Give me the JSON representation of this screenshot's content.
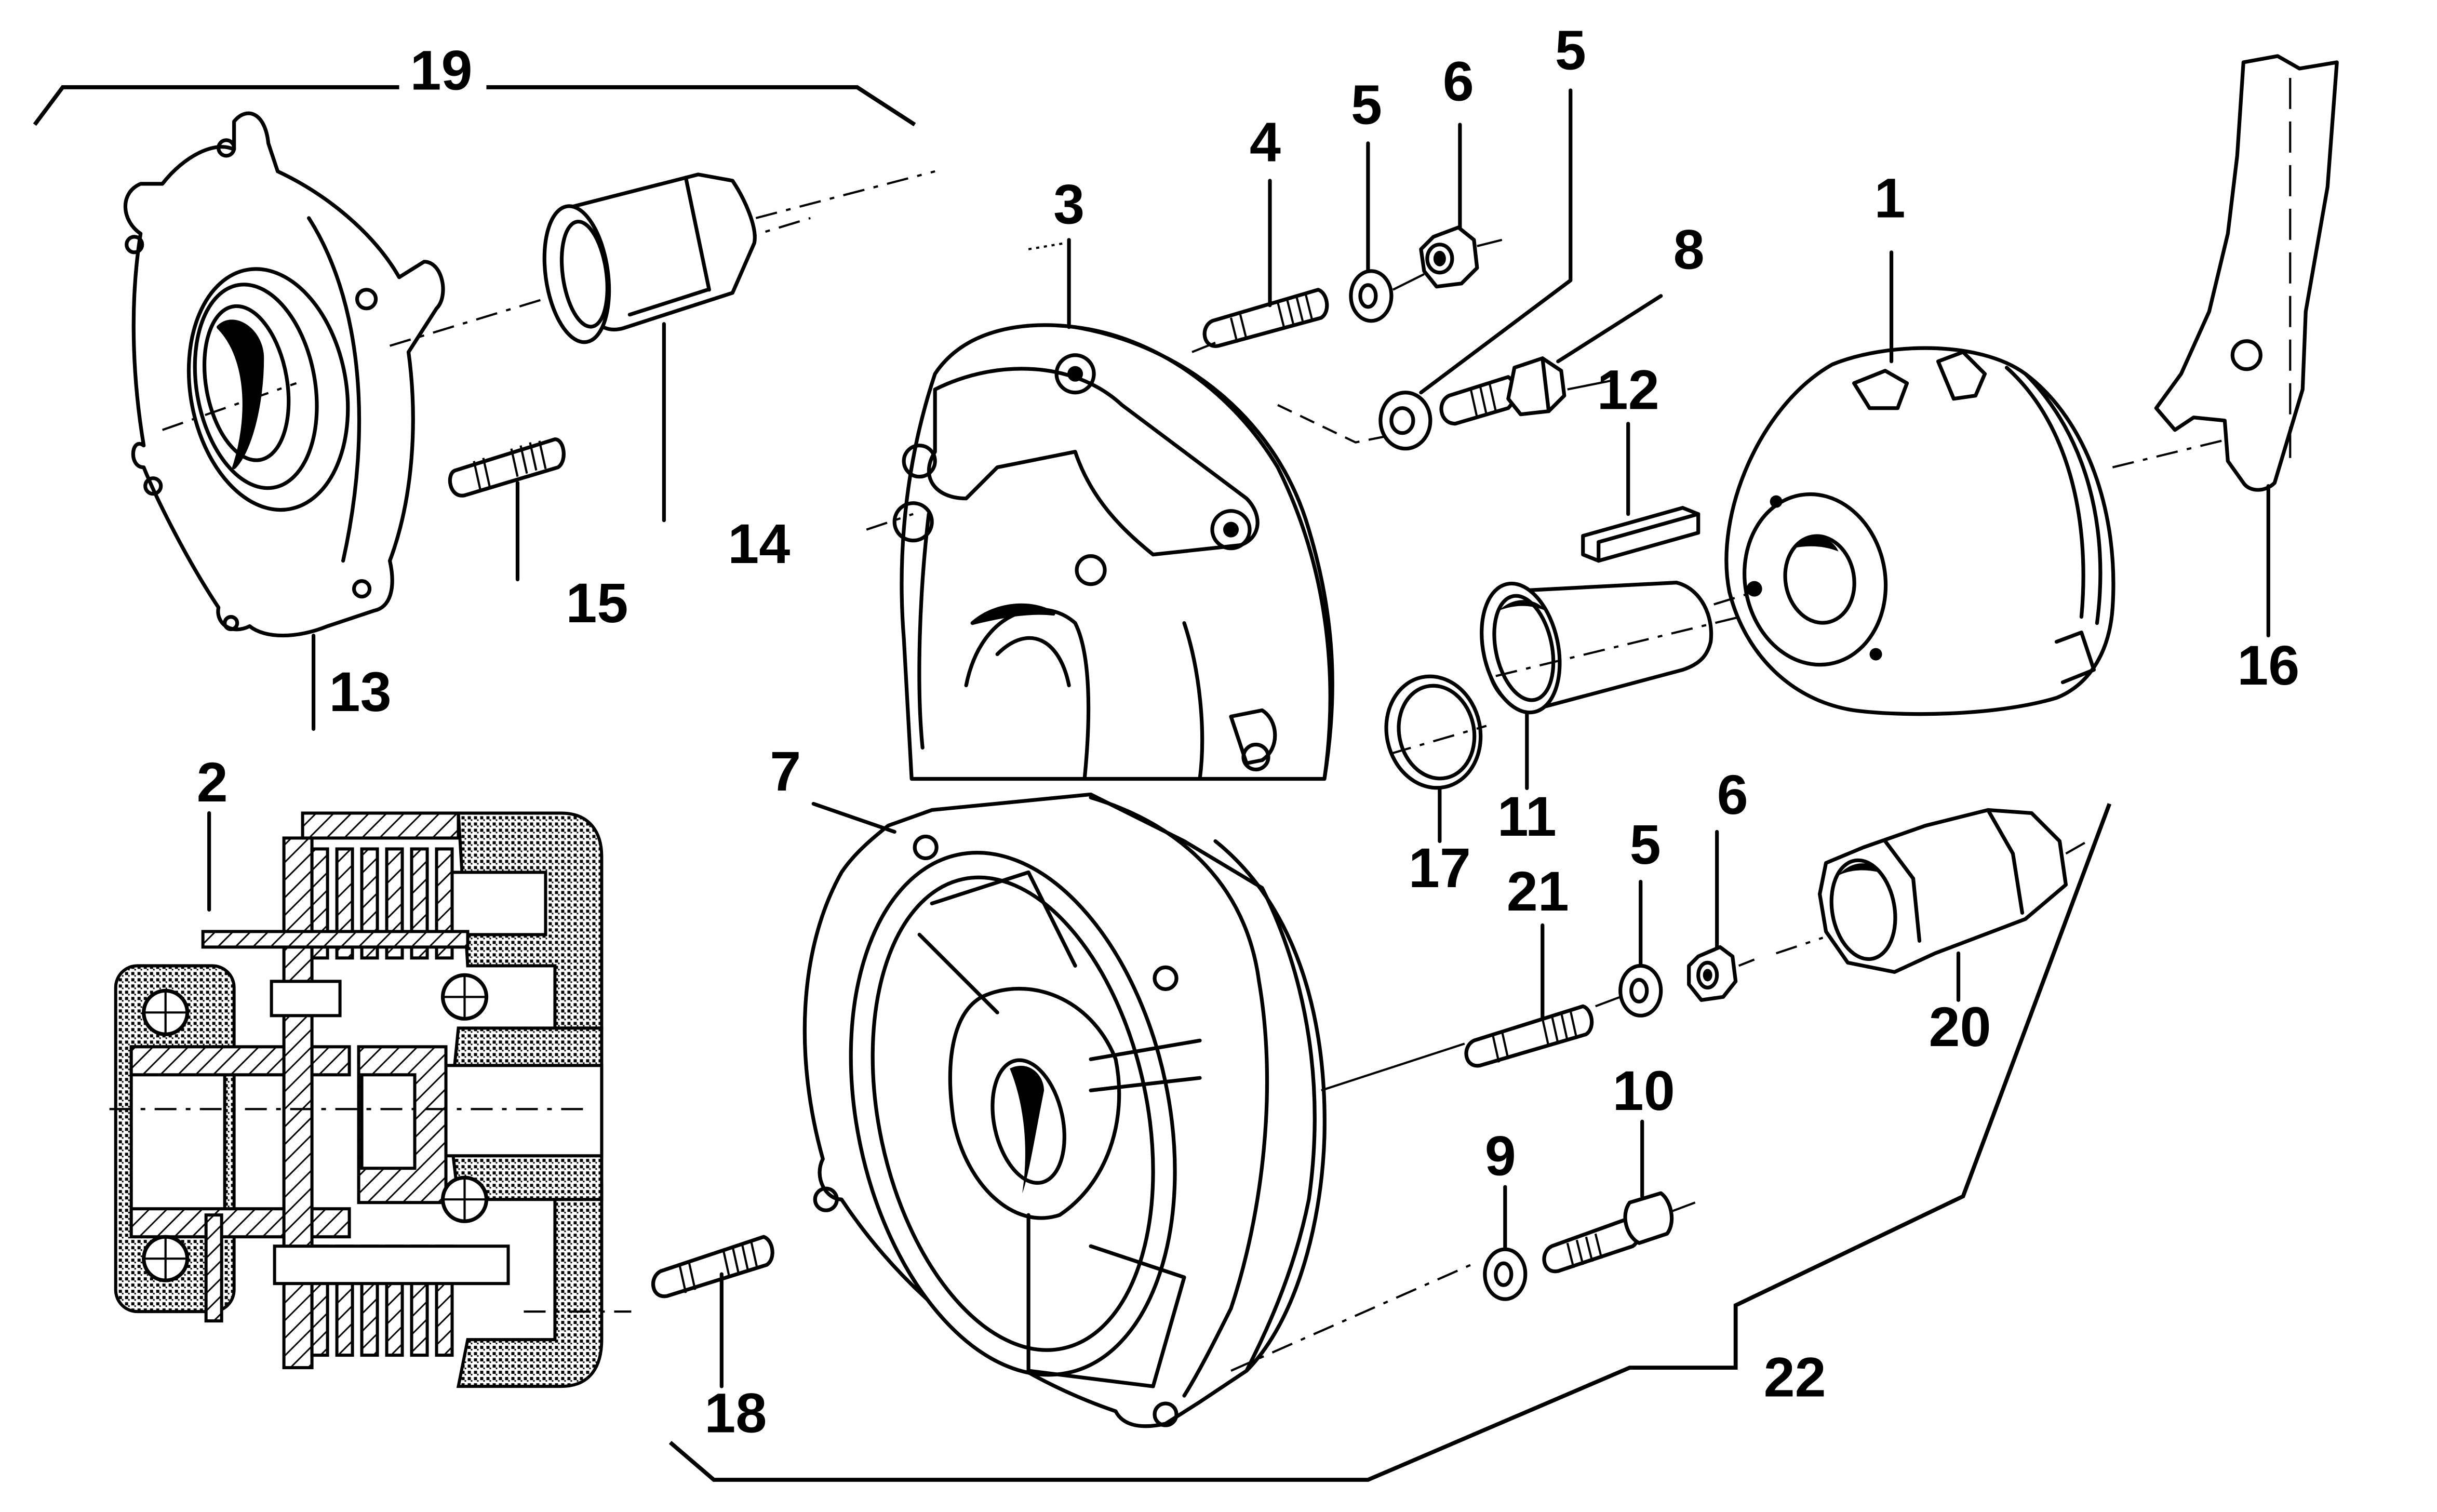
{
  "diagram": {
    "type": "exploded parts diagram",
    "style": "black line art on white",
    "colors": {
      "line": "#000000",
      "background": "#ffffff"
    },
    "group_labels": {
      "upper_group": "19",
      "lower_group": "22"
    },
    "callouts": [
      {
        "id": "c1",
        "label": "1",
        "part": "clutch drum"
      },
      {
        "id": "c2",
        "label": "2",
        "part": "clutch assembly (section view)"
      },
      {
        "id": "c3",
        "label": "3",
        "part": "housing cover"
      },
      {
        "id": "c4",
        "label": "4",
        "part": "stud"
      },
      {
        "id": "c5a",
        "label": "5",
        "part": "washer"
      },
      {
        "id": "c6a",
        "label": "6",
        "part": "nut"
      },
      {
        "id": "c5b",
        "label": "5",
        "part": "washer"
      },
      {
        "id": "c8",
        "label": "8",
        "part": "bolt"
      },
      {
        "id": "c12",
        "label": "12",
        "part": "key"
      },
      {
        "id": "c16",
        "label": "16",
        "part": "lever"
      },
      {
        "id": "c13",
        "label": "13",
        "part": "flange cover"
      },
      {
        "id": "c14",
        "label": "14",
        "part": "sleeve"
      },
      {
        "id": "c15",
        "label": "15",
        "part": "stud"
      },
      {
        "id": "c7",
        "label": "7",
        "part": "bell housing"
      },
      {
        "id": "c17",
        "label": "17",
        "part": "ring"
      },
      {
        "id": "c11",
        "label": "11",
        "part": "bushing"
      },
      {
        "id": "c21",
        "label": "21",
        "part": "stud"
      },
      {
        "id": "c5c",
        "label": "5",
        "part": "washer"
      },
      {
        "id": "c6b",
        "label": "6",
        "part": "nut"
      },
      {
        "id": "c20",
        "label": "20",
        "part": "sleeve nut"
      },
      {
        "id": "c10",
        "label": "10",
        "part": "bolt"
      },
      {
        "id": "c9",
        "label": "9",
        "part": "washer"
      },
      {
        "id": "c18",
        "label": "18",
        "part": "stud"
      }
    ]
  }
}
